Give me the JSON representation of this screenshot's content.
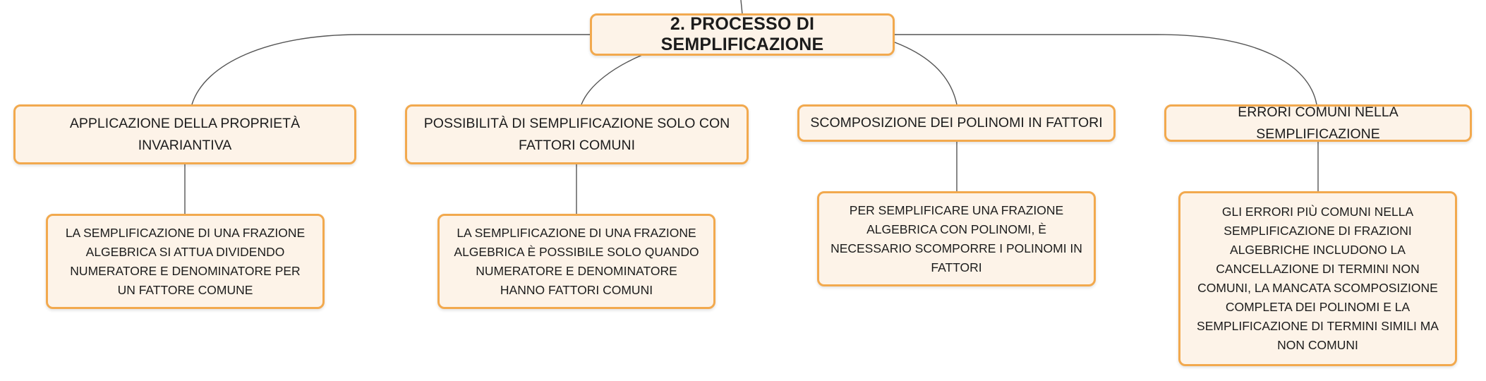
{
  "map": {
    "root": {
      "label": "2. PROCESSO DI SEMPLIFICAZIONE"
    },
    "branches": [
      {
        "label": "APPLICAZIONE DELLA PROPRIETÀ INVARIANTIVA",
        "detail": "LA SEMPLIFICAZIONE DI UNA FRAZIONE ALGEBRICA SI ATTUA DIVIDENDO NUMERATORE E DENOMINATORE PER UN FATTORE COMUNE"
      },
      {
        "label": "POSSIBILITÀ DI SEMPLIFICAZIONE SOLO CON FATTORI COMUNI",
        "detail": "LA SEMPLIFICAZIONE DI UNA FRAZIONE ALGEBRICA È POSSIBILE SOLO QUANDO NUMERATORE E DENOMINATORE HANNO FATTORI COMUNI"
      },
      {
        "label": "SCOMPOSIZIONE DEI POLINOMI IN FATTORI",
        "detail": "PER SEMPLIFICARE UNA FRAZIONE ALGEBRICA CON POLINOMI, È NECESSARIO SCOMPORRE I POLINOMI IN FATTORI"
      },
      {
        "label": "ERRORI COMUNI NELLA SEMPLIFICAZIONE",
        "detail": "GLI ERRORI PIÙ COMUNI NELLA SEMPLIFICAZIONE DI FRAZIONI ALGEBRICHE INCLUDONO LA CANCELLAZIONE DI TERMINI NON COMUNI, LA MANCATA SCOMPOSIZIONE COMPLETA DEI POLINOMI E LA SEMPLIFICAZIONE DI TERMINI SIMILI MA NON COMUNI"
      }
    ],
    "colors": {
      "node_fill": "#fdf3e8",
      "node_border": "#f2a94e",
      "connector": "#555555",
      "text": "#1c1c1c"
    }
  }
}
